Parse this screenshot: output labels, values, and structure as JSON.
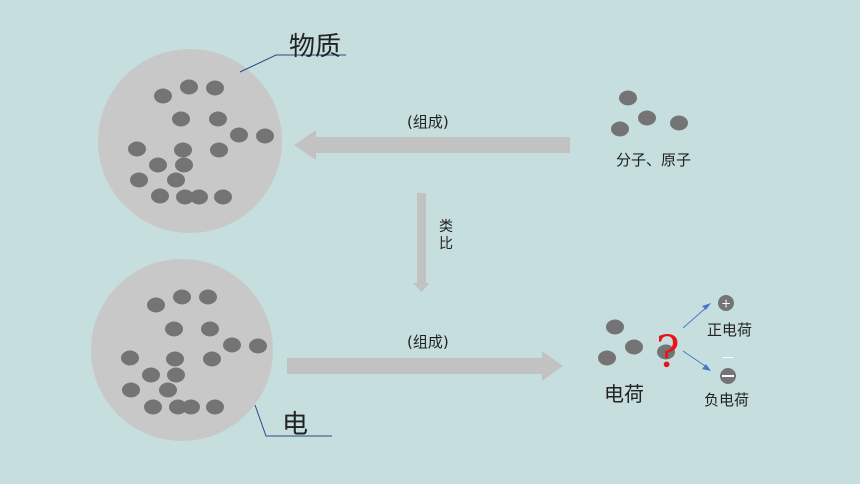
{
  "labels": {
    "matter": "物质",
    "electricity": "电",
    "composed_top": "(组成)",
    "composed_bottom": "(组成)",
    "analogy": "类比",
    "molecules_atoms": "分子、原子",
    "charge": "电荷",
    "positive_charge": "正电荷",
    "negative_charge": "负电荷",
    "question": "?",
    "plus_sign": "+",
    "minus_sign": "—"
  },
  "colors": {
    "background": "#c6dedd",
    "circle": "#c8c8c8",
    "particle": "#747474",
    "arrow": "#c2c2c2",
    "leader_line": "#2a4a86",
    "question": "#e8141c",
    "small_arrow": "#4a78c8"
  }
}
